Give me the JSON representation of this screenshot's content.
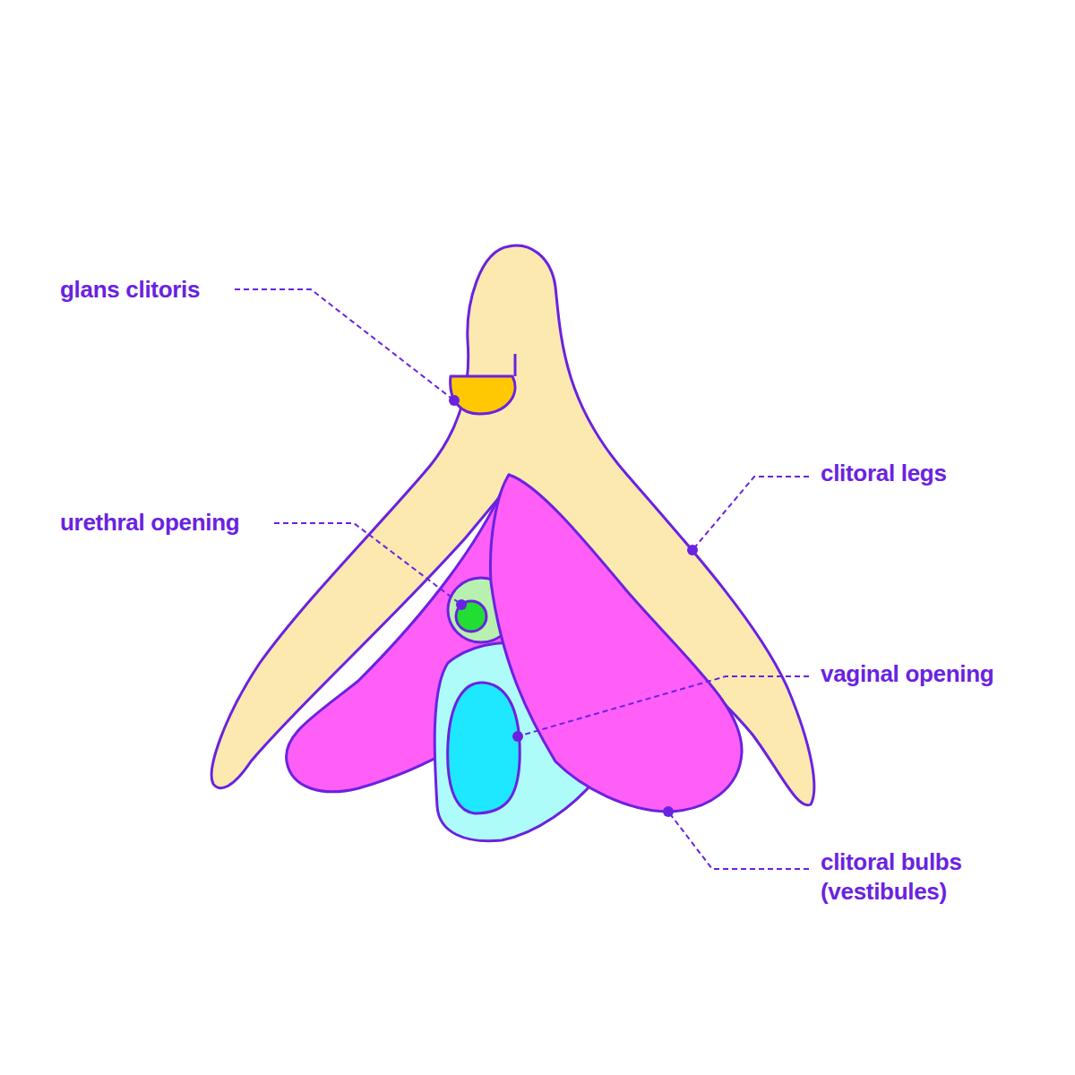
{
  "diagram": {
    "labels": [
      "glans clitoris",
      "urethral opening",
      "clitoral legs",
      "vaginal opening",
      "clitoral bulbs (vestibules)"
    ]
  }
}
